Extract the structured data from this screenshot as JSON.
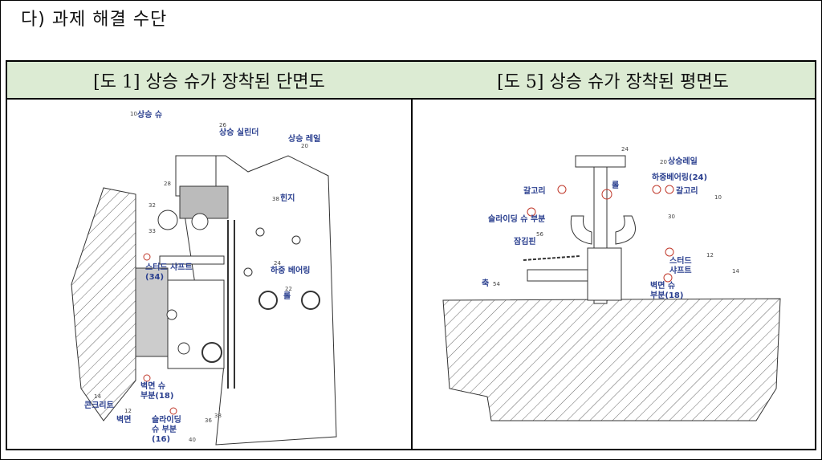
{
  "heading": "다) 과제 해결 수단",
  "figures": [
    {
      "caption": "[도 1] 상승 슈가 장착된 단면도",
      "labels": {
        "shoe": "상승 슈",
        "cylinder": "상승 실린더",
        "rail": "상승 레일",
        "hinge": "힌지",
        "stud_shaft": "스터드 샤프트",
        "stud_shaft_num": "(34)",
        "load_bearing": "하중 베어링",
        "roll": "롤",
        "wall_shoe": "벽면 슈",
        "wall_shoe_part": "부분(18)",
        "slide_shoe": "슬라이딩",
        "slide_shoe_part": "슈 부분",
        "slide_shoe_num": "(16)",
        "concrete": "콘크리트",
        "wall": "벽면"
      },
      "numbers": {
        "shoe_ref": "10",
        "cylinder_ref": "26",
        "rail_ref": "20",
        "hinge_ref": "38",
        "bearing_ref": "24",
        "roll_ref": "22",
        "n28": "28",
        "n32": "32",
        "n33": "33",
        "n34": "34",
        "n18": "18",
        "n16": "16",
        "n14": "14",
        "n12": "12",
        "n36": "36",
        "n38b": "38",
        "n40": "40"
      }
    },
    {
      "caption": "[도 5] 상승 슈가 장착된 평면도",
      "labels": {
        "rail": "상승레일",
        "bearing": "하중베어링(24)",
        "hook_left": "갈고리",
        "hook_right": "갈고리",
        "roll": "롤",
        "slide_shoe": "슬라이딩 슈 부분",
        "lock_pin": "잠김핀",
        "stud": "스터드",
        "stud_shaft": "샤프트",
        "axis": "축",
        "wall_shoe": "벽면 슈",
        "wall_shoe_part": "부분(18)"
      },
      "numbers": {
        "rail_ref": "20",
        "n24": "24",
        "n10": "10",
        "n30": "30",
        "n12": "12",
        "n14": "14",
        "n54": "54",
        "n56": "56"
      }
    }
  ]
}
